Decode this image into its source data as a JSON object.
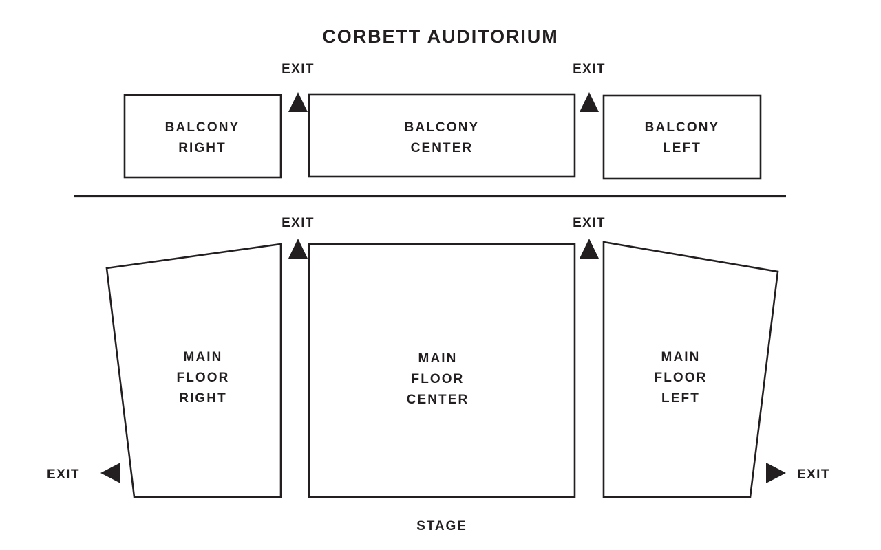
{
  "title": "CORBETT AUDITORIUM",
  "venue_map": {
    "stage_label": "STAGE",
    "exit_label": "EXIT",
    "colors": {
      "stroke": "#231f20",
      "text": "#231f20",
      "background": "#ffffff",
      "arrow": "#231f20"
    },
    "balcony_level": {
      "sections": [
        {
          "name": "balcony-right",
          "line1": "BALCONY",
          "line2": "RIGHT"
        },
        {
          "name": "balcony-center",
          "line1": "BALCONY",
          "line2": "CENTER"
        },
        {
          "name": "balcony-left",
          "line1": "BALCONY",
          "line2": "LEFT"
        }
      ],
      "exits": [
        {
          "name": "balcony-exit-left-aisle",
          "label": "EXIT",
          "direction": "up"
        },
        {
          "name": "balcony-exit-right-aisle",
          "label": "EXIT",
          "direction": "up"
        }
      ]
    },
    "main_level": {
      "sections": [
        {
          "name": "main-floor-right",
          "line1": "MAIN",
          "line2": "FLOOR",
          "line3": "RIGHT"
        },
        {
          "name": "main-floor-center",
          "line1": "MAIN",
          "line2": "FLOOR",
          "line3": "CENTER"
        },
        {
          "name": "main-floor-left",
          "line1": "MAIN",
          "line2": "FLOOR",
          "line3": "LEFT"
        }
      ],
      "exits": [
        {
          "name": "main-exit-left-aisle",
          "label": "EXIT",
          "direction": "up"
        },
        {
          "name": "main-exit-right-aisle",
          "label": "EXIT",
          "direction": "up"
        },
        {
          "name": "main-exit-far-left",
          "label": "EXIT",
          "direction": "left"
        },
        {
          "name": "main-exit-far-right",
          "label": "EXIT",
          "direction": "right"
        }
      ]
    }
  },
  "icons": {
    "arrow_up": "triangle-up-icon",
    "arrow_left": "triangle-left-icon",
    "arrow_right": "triangle-right-icon"
  }
}
